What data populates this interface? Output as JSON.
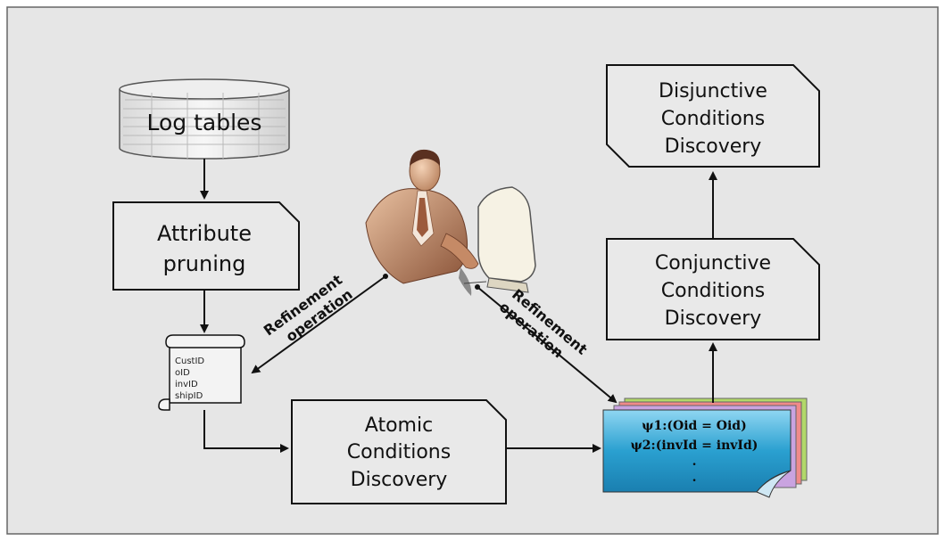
{
  "log_tables": "Log tables",
  "attribute_pruning": [
    "Attribute",
    "pruning"
  ],
  "attributes_scroll": [
    "CustID",
    "oID",
    "invID",
    "shipID"
  ],
  "atomic_conditions": [
    "Atomic",
    "Conditions",
    "Discovery"
  ],
  "conjunctive_conditions": [
    "Conjunctive",
    "Conditions",
    "Discovery"
  ],
  "disjunctive_conditions": [
    "Disjunctive",
    "Conditions",
    "Discovery"
  ],
  "refinement_left": [
    "Refinement",
    "operation"
  ],
  "refinement_right": [
    "Refinement",
    "operation"
  ],
  "conditions_doc": {
    "psi1": "ψ1:(Oid = Oid)",
    "psi2": "ψ2:(invId = invId)",
    "dot1": ".",
    "dot2": "."
  },
  "colors": {
    "background": "#e6e6e6",
    "box_fill": "#e9e9e9",
    "doc_fill": "#2fa6d6"
  },
  "icons": [
    "database-icon",
    "user-at-computer-icon",
    "scroll-icon",
    "document-stack-icon"
  ]
}
